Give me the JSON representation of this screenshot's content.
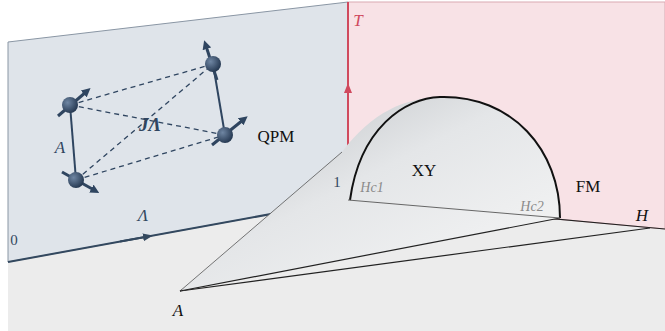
{
  "diagram": {
    "labels": [
      "A",
      "JΛ",
      "0",
      "Λ",
      "1",
      "T",
      "QPM",
      "XY",
      "FM",
      "Hc1",
      "Hc2",
      "H",
      "A"
    ]
  }
}
